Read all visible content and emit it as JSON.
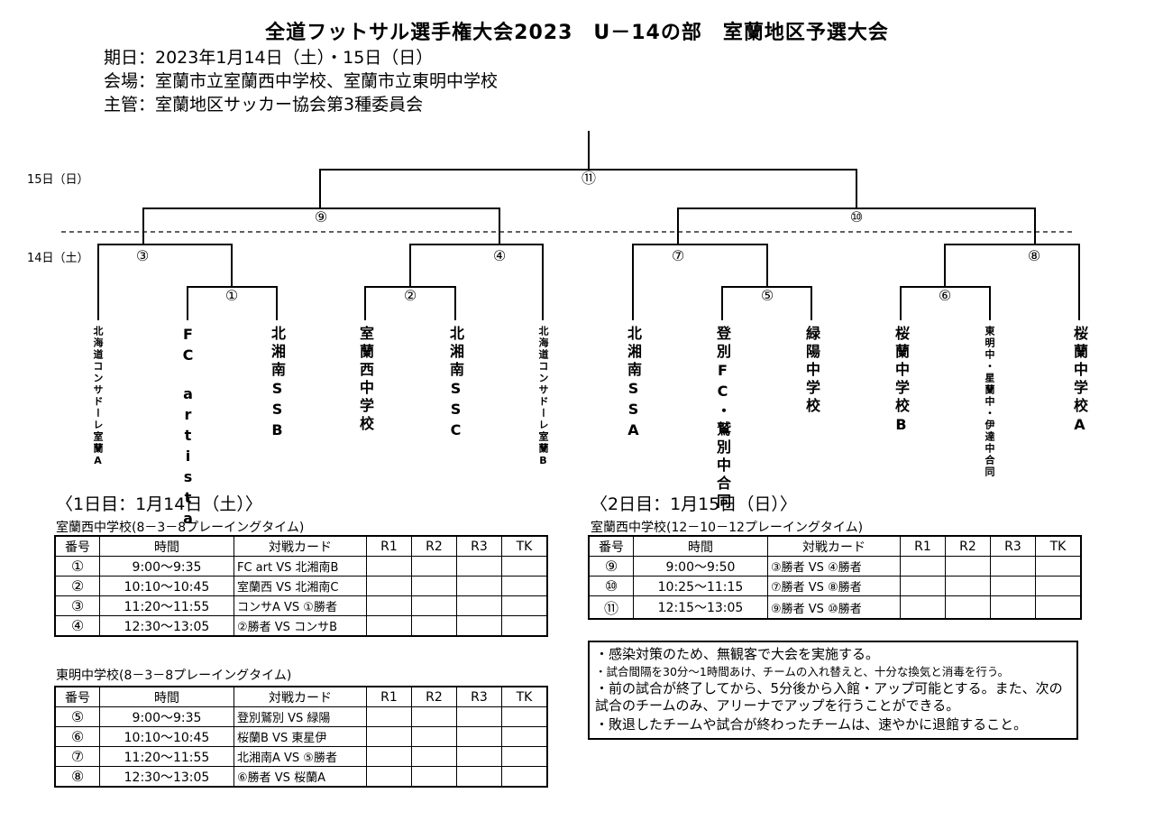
{
  "header": {
    "title": "全道フットサル選手権大会2023　U－14の部　室蘭地区予選大会",
    "period": "期日：2023年1月14日（土）・15日（日）",
    "venue": "会場：室蘭市立室蘭西中学校、室蘭市立東明中学校",
    "organizer": "主管：室蘭地区サッカー協会第3種委員会"
  },
  "bracket": {
    "day2_label": "15日（日）",
    "day1_label": "14日（土）",
    "rounds": {
      "r1": "①",
      "r2": "②",
      "r3": "③",
      "r4": "④",
      "r5": "⑤",
      "r6": "⑥",
      "r7": "⑦",
      "r8": "⑧",
      "r9": "⑨",
      "r10": "⑩",
      "r11": "⑪"
    },
    "teams": [
      "北海道コンサドーレ室蘭A",
      "FC　artista",
      "北湘南SSB",
      "室蘭西中学校",
      "北湘南SSC",
      "北海道コンサドーレ室蘭B",
      "北湘南SSA",
      "登別FC・鷲別中合同",
      "緑陽中学校",
      "桜蘭中学校B",
      "東明中・星蘭中・伊達中合同",
      "桜蘭中学校A"
    ]
  },
  "day1": {
    "heading": "〈1日目：1月14日（土）〉",
    "columns": [
      "番号",
      "時間",
      "対戦カード",
      "R1",
      "R2",
      "R3",
      "TK"
    ],
    "venue_a": {
      "title": "室蘭西中学校(8－3－8プレーイングタイム)",
      "rows": [
        {
          "no": "①",
          "time": "9:00～9:35",
          "card": "FC art VS 北湘南B"
        },
        {
          "no": "②",
          "time": "10:10～10:45",
          "card": "室蘭西 VS 北湘南C"
        },
        {
          "no": "③",
          "time": "11:20～11:55",
          "card": "コンサA VS ①勝者"
        },
        {
          "no": "④",
          "time": "12:30～13:05",
          "card": "②勝者 VS コンサB"
        }
      ]
    },
    "venue_b": {
      "title": "東明中学校(8－3－8プレーイングタイム)",
      "rows": [
        {
          "no": "⑤",
          "time": "9:00～9:35",
          "card": "登別鷲別 VS 緑陽"
        },
        {
          "no": "⑥",
          "time": "10:10～10:45",
          "card": "桜蘭B VS 東星伊"
        },
        {
          "no": "⑦",
          "time": "11:20～11:55",
          "card": "北湘南A VS ⑤勝者"
        },
        {
          "no": "⑧",
          "time": "12:30～13:05",
          "card": "⑥勝者 VS 桜蘭A"
        }
      ]
    }
  },
  "day2": {
    "heading": "〈2日目：1月15日（日）〉",
    "columns": [
      "番号",
      "時間",
      "対戦カード",
      "R1",
      "R2",
      "R3",
      "TK"
    ],
    "venue_a": {
      "title": "室蘭西中学校(12－10－12プレーイングタイム)",
      "rows": [
        {
          "no": "⑨",
          "time": "9:00～9:50",
          "card": "③勝者 VS ④勝者"
        },
        {
          "no": "⑩",
          "time": "10:25～11:15",
          "card": "⑦勝者 VS ⑧勝者"
        },
        {
          "no": "⑪",
          "time": "12:15～13:05",
          "card": "⑨勝者 VS ⑩勝者"
        }
      ]
    }
  },
  "notes": [
    "・感染対策のため、無観客で大会を実施する。",
    "・試合間隔を30分～1時間あけ、チームの入れ替えと、十分な換気と消毒を行う。",
    "・前の試合が終了してから、5分後から入館・アップ可能とする。また、次の試合のチームのみ、アリーナでアップを行うことができる。",
    "・敗退したチームや試合が終わったチームは、速やかに退館すること。"
  ]
}
